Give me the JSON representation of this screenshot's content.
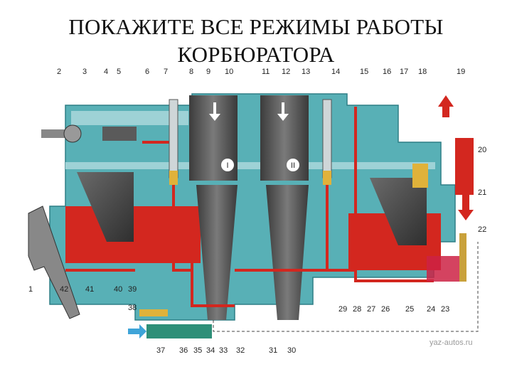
{
  "title": {
    "line1": "ПОКАЖИТЕ ВСЕ РЕЖИМЫ РАБОТЫ",
    "line2": "КОРБЮРАТОРА"
  },
  "diagram": {
    "chamber_labels": [
      "I",
      "II"
    ],
    "watermark": "yaz-autos.ru",
    "callouts": [
      "1",
      "2",
      "3",
      "4",
      "5",
      "6",
      "7",
      "8",
      "9",
      "10",
      "11",
      "12",
      "13",
      "14",
      "15",
      "16",
      "17",
      "18",
      "19",
      "20",
      "21",
      "22",
      "23",
      "24",
      "25",
      "26",
      "27",
      "28",
      "29",
      "30",
      "31",
      "32",
      "33",
      "34",
      "35",
      "36",
      "37",
      "38",
      "39",
      "40",
      "41",
      "42"
    ],
    "colors": {
      "body": "#58b0b6",
      "fuel": "#d3271f",
      "metal_dark": "#4a4a4a",
      "air_arrow": "#3ea4d8",
      "brass": "#e0b23a"
    }
  }
}
